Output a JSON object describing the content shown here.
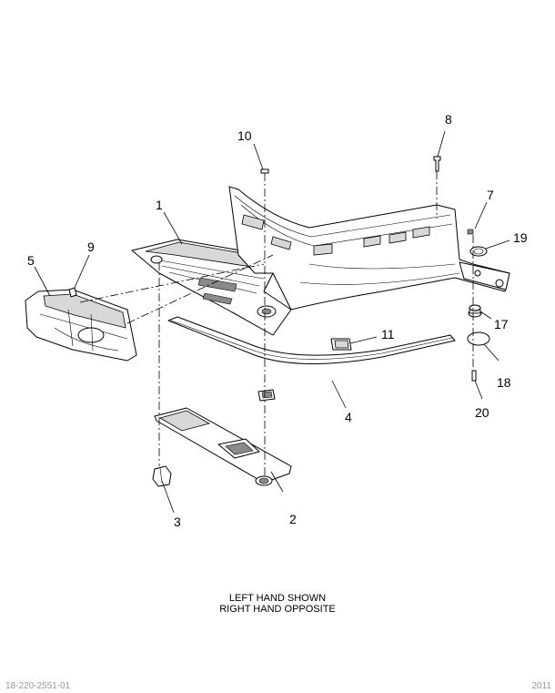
{
  "callouts": {
    "c1": "1",
    "c2": "2",
    "c3": "3",
    "c4": "4",
    "c5": "5",
    "c7": "7",
    "c8": "8",
    "c9": "9",
    "c10": "10",
    "c11": "11",
    "c17": "17",
    "c18": "18",
    "c19": "19",
    "c20": "20"
  },
  "notes": {
    "line1": "LEFT HAND SHOWN",
    "line2": "RIGHT HAND OPPOSITE"
  },
  "footer": {
    "left": "18-220-2551-01",
    "right": "2011"
  }
}
